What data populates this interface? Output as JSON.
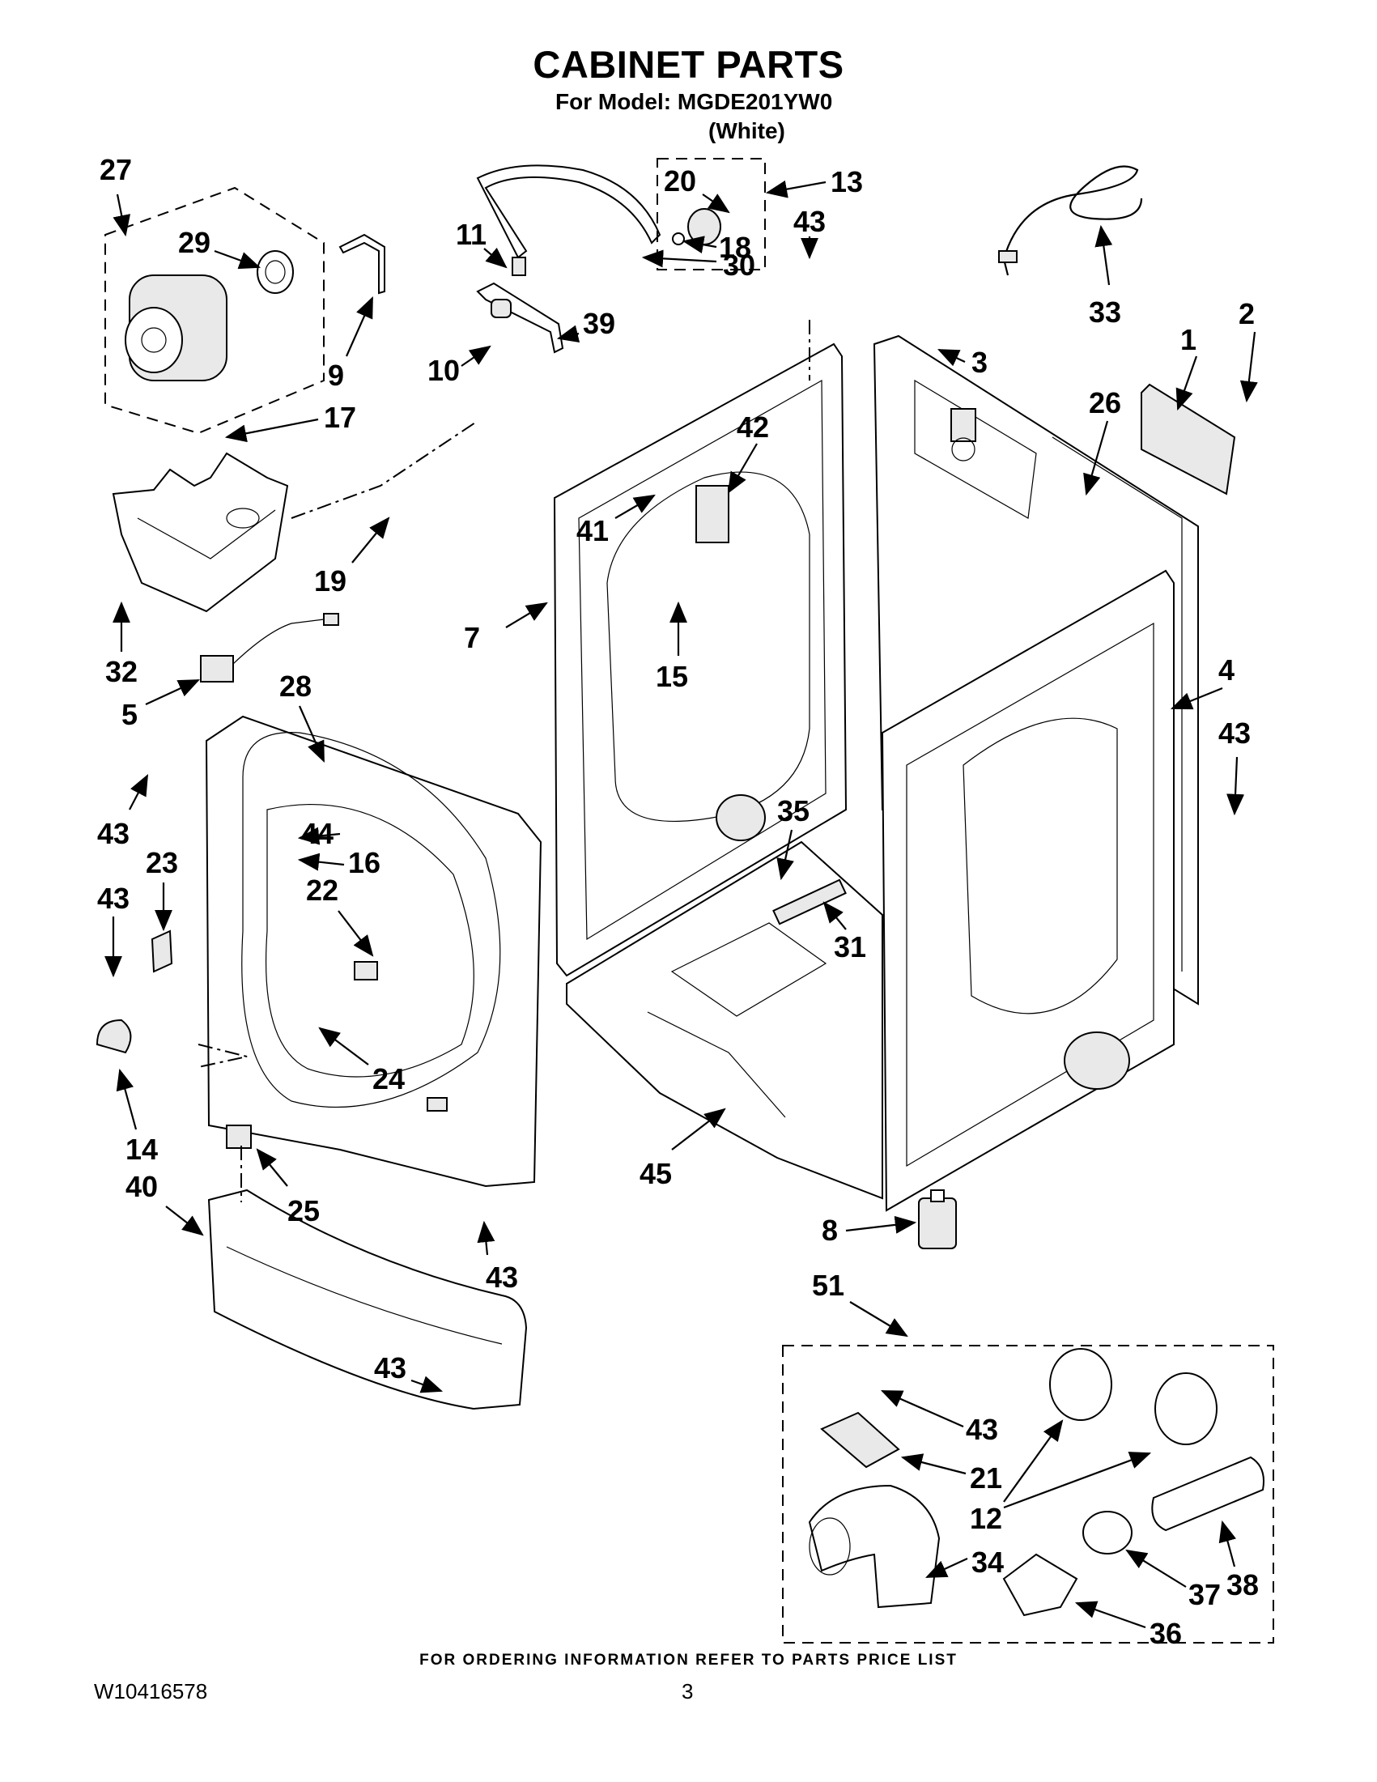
{
  "title": "CABINET PARTS",
  "subtitle": "For Model: MGDE201YW0",
  "color_variant": "(White)",
  "footer_note": "FOR ORDERING INFORMATION REFER TO PARTS PRICE LIST",
  "document_number": "W10416578",
  "page_number": "3",
  "callouts": [
    {
      "id": "c27",
      "text": "27"
    },
    {
      "id": "c29",
      "text": "29"
    },
    {
      "id": "c9",
      "text": "9"
    },
    {
      "id": "c17",
      "text": "17"
    },
    {
      "id": "c32",
      "text": "32"
    },
    {
      "id": "c5",
      "text": "5"
    },
    {
      "id": "c11",
      "text": "11"
    },
    {
      "id": "c10",
      "text": "10"
    },
    {
      "id": "c39",
      "text": "39"
    },
    {
      "id": "c19",
      "text": "19"
    },
    {
      "id": "c20",
      "text": "20"
    },
    {
      "id": "c13",
      "text": "13"
    },
    {
      "id": "c18",
      "text": "18"
    },
    {
      "id": "c30",
      "text": "30"
    },
    {
      "id": "c43a",
      "text": "43"
    },
    {
      "id": "c33",
      "text": "33"
    },
    {
      "id": "c3",
      "text": "3"
    },
    {
      "id": "c2",
      "text": "2"
    },
    {
      "id": "c1",
      "text": "1"
    },
    {
      "id": "c26",
      "text": "26"
    },
    {
      "id": "c42",
      "text": "42"
    },
    {
      "id": "c41",
      "text": "41"
    },
    {
      "id": "c7",
      "text": "7"
    },
    {
      "id": "c15",
      "text": "15"
    },
    {
      "id": "c4",
      "text": "4"
    },
    {
      "id": "c43b",
      "text": "43"
    },
    {
      "id": "c28",
      "text": "28"
    },
    {
      "id": "c43c",
      "text": "43"
    },
    {
      "id": "c23",
      "text": "23"
    },
    {
      "id": "c44",
      "text": "44"
    },
    {
      "id": "c16",
      "text": "16"
    },
    {
      "id": "c22",
      "text": "22"
    },
    {
      "id": "c43d",
      "text": "43"
    },
    {
      "id": "c35",
      "text": "35"
    },
    {
      "id": "c31",
      "text": "31"
    },
    {
      "id": "c24",
      "text": "24"
    },
    {
      "id": "c14",
      "text": "14"
    },
    {
      "id": "c40",
      "text": "40"
    },
    {
      "id": "c25",
      "text": "25"
    },
    {
      "id": "c45",
      "text": "45"
    },
    {
      "id": "c8",
      "text": "8"
    },
    {
      "id": "c43e",
      "text": "43"
    },
    {
      "id": "c51",
      "text": "51"
    },
    {
      "id": "c43f",
      "text": "43"
    },
    {
      "id": "c43g",
      "text": "43"
    },
    {
      "id": "c21",
      "text": "21"
    },
    {
      "id": "c12",
      "text": "12"
    },
    {
      "id": "c34",
      "text": "34"
    },
    {
      "id": "c38",
      "text": "38"
    },
    {
      "id": "c37",
      "text": "37"
    },
    {
      "id": "c36",
      "text": "36"
    }
  ]
}
